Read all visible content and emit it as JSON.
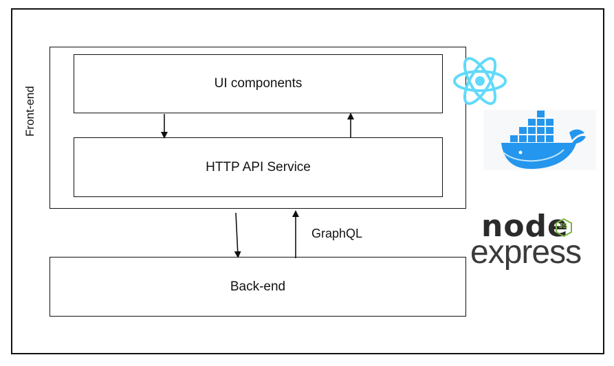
{
  "diagram": {
    "ui_components_label": "UI components",
    "http_service_label": "HTTP API Service",
    "backend_label": "Back-end",
    "frontend_label": "Front-end",
    "graphql_label": "GraphQL"
  },
  "logos": {
    "react": {
      "icon": "react-logo",
      "color": "#61dafb"
    },
    "docker": {
      "icon": "docker-whale-logo",
      "color": "#2496ed"
    },
    "node": {
      "text": "node",
      "badge": "JS",
      "color": "#2b2b2b",
      "accent": "#7cb342"
    },
    "express": {
      "text": "express",
      "color": "#3a3a3a"
    }
  }
}
